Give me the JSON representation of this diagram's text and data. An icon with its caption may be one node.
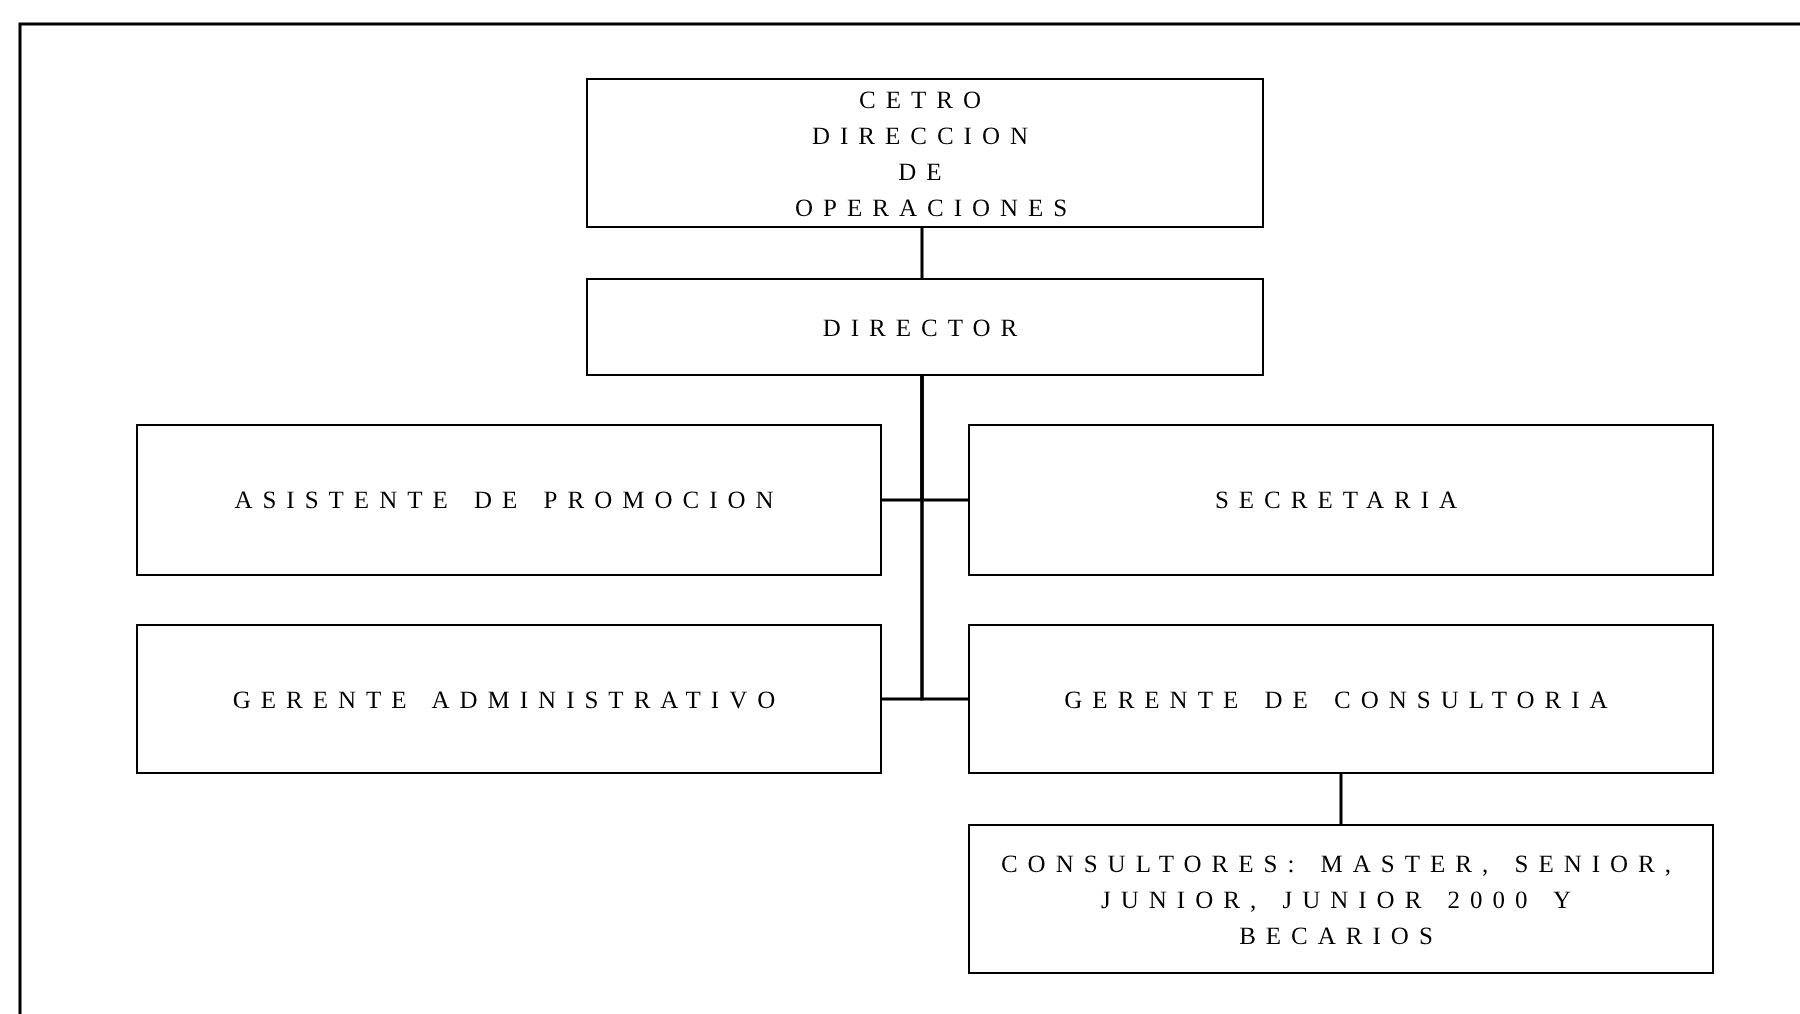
{
  "diagram": {
    "nodes": [
      {
        "text": [
          "CETRO DIRECCION DE OPERACIONES"
        ]
      },
      {
        "text": [
          "DIRECTOR"
        ]
      },
      {
        "text": [
          "ASISTENTE DE PROMOCION"
        ]
      },
      {
        "text": [
          "SECRETARIA"
        ]
      },
      {
        "text": [
          "GERENTE ADMINISTRATIVO"
        ]
      },
      {
        "text": [
          "GERENTE DE CONSULTORIA"
        ]
      },
      {
        "text": [
          "CONSULTORES: MASTER, SENIOR, JUNIOR, JUNIOR 2000 Y BECARIOS"
        ]
      }
    ],
    "edges": [
      {
        "from": 0,
        "to": 1,
        "arrow": "none"
      },
      {
        "from": 1,
        "to": 2,
        "arrow": "none"
      },
      {
        "from": 1,
        "to": 3,
        "arrow": "none"
      },
      {
        "from": 1,
        "to": 4,
        "arrow": "none"
      },
      {
        "from": 1,
        "to": 5,
        "arrow": "none"
      },
      {
        "from": 5,
        "to": 6,
        "arrow": "none"
      }
    ]
  }
}
